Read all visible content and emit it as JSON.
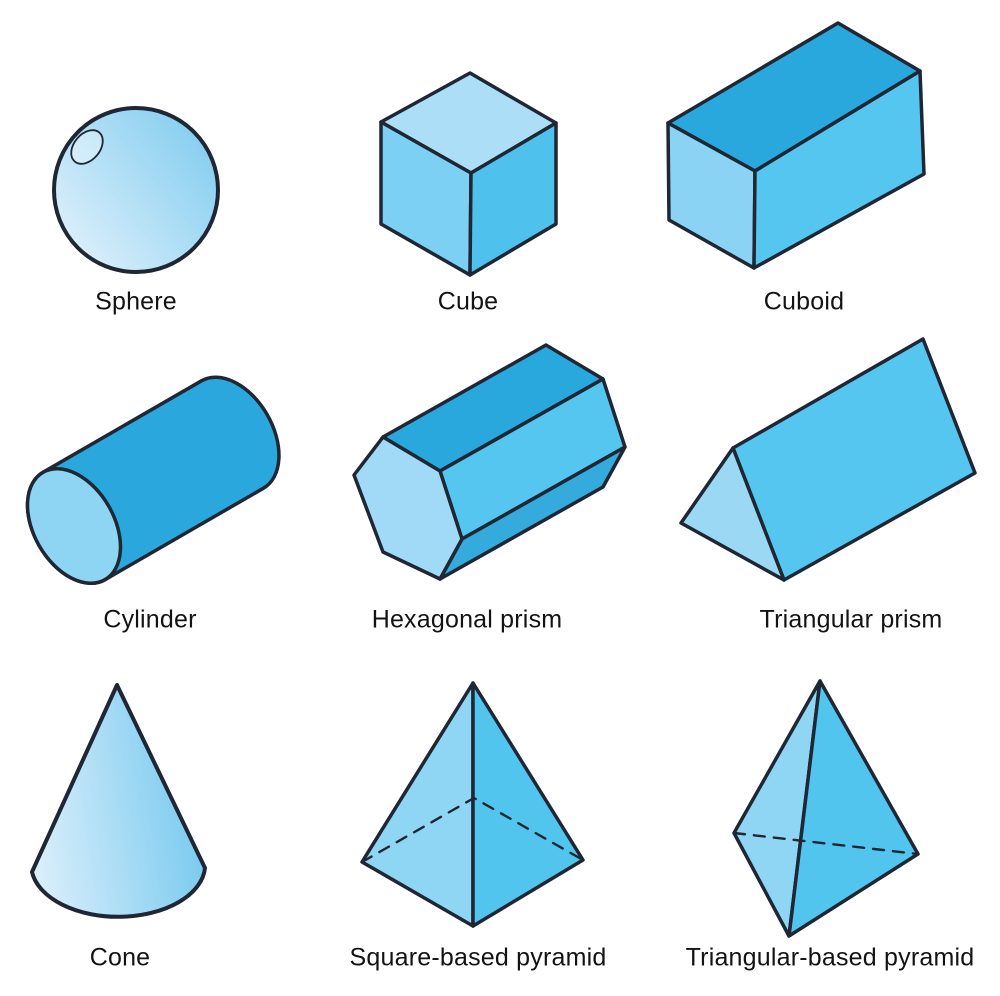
{
  "page": {
    "background": "#ffffff"
  },
  "palette": {
    "outline": "#1e2733",
    "label_color": "#131313",
    "face_lighter": "#addef7",
    "face_light": "#9bd8f5",
    "face_medium": "#55c6ef",
    "face_medium_deep": "#4ec2ec",
    "face_dark": "#29a8dd",
    "face_dark_soft": "#35aadd",
    "cube_left": "#7bd0f3",
    "cuboid_left": "#8bd3f4",
    "hexagon_face": "#a0daf6",
    "cylinder_body": "#2aa7dd",
    "cylinder_face": "#8ed5f4",
    "prism_triangle_face": "#9bd8f4",
    "pyramid_left": "#8fd6f4",
    "pyramid_right": "#52c5ee",
    "sphere_grad_from": "#e3f2fc",
    "sphere_grad_to": "#7ecbef",
    "cone_grad_from": "#d9eefb",
    "cone_grad_to": "#74c8ee"
  },
  "shapes": [
    {
      "name": "sphere",
      "label": "Sphere"
    },
    {
      "name": "cube",
      "label": "Cube"
    },
    {
      "name": "cuboid",
      "label": "Cuboid"
    },
    {
      "name": "cylinder",
      "label": "Cylinder"
    },
    {
      "name": "hexagonal-prism",
      "label": "Hexagonal prism"
    },
    {
      "name": "triangular-prism",
      "label": "Triangular prism"
    },
    {
      "name": "cone",
      "label": "Cone"
    },
    {
      "name": "square-pyramid",
      "label": "Square-based pyramid"
    },
    {
      "name": "triangular-pyramid",
      "label": "Triangular-based pyramid"
    }
  ]
}
